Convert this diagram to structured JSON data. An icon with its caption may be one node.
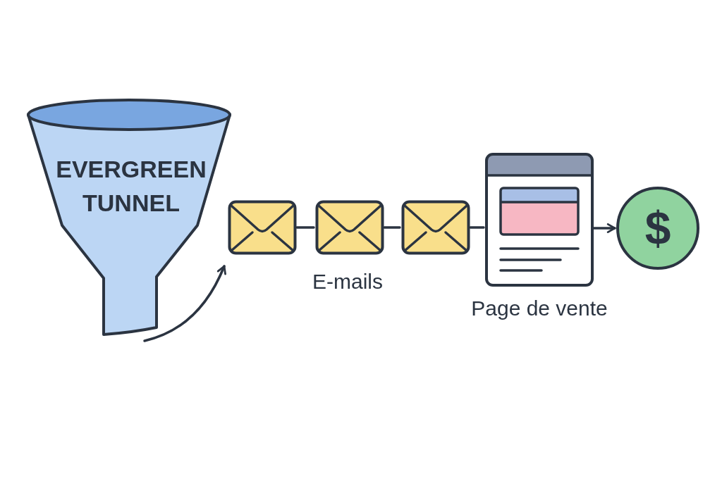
{
  "diagram": {
    "nodes": [
      {
        "text": [
          "EVERGREEN TUNNEL"
        ]
      },
      {
        "text": [],
        "shape": "envelope"
      },
      {
        "text": [],
        "shape": "envelope"
      },
      {
        "text": [],
        "shape": "envelope"
      },
      {
        "text": [],
        "shape": "page",
        "beside": [
          "Page de vente"
        ]
      },
      {
        "text": [
          "$"
        ]
      }
    ],
    "edges": [
      {
        "from": 0,
        "to": 1,
        "arrow": "to"
      },
      {
        "from": 1,
        "to": 2,
        "arrow": "none"
      },
      {
        "from": 2,
        "to": 3,
        "arrow": "none"
      },
      {
        "from": 3,
        "to": 4,
        "arrow": "none"
      },
      {
        "from": 4,
        "to": 5,
        "arrow": "to"
      }
    ],
    "labels": [
      "E-mails"
    ]
  }
}
